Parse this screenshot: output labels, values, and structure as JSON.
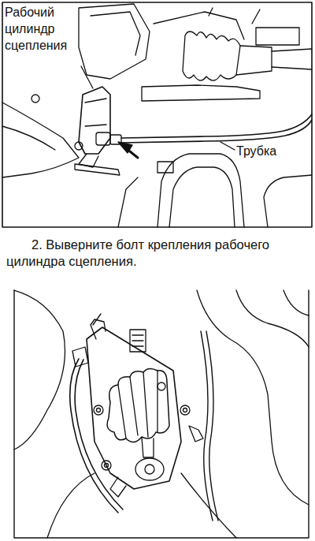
{
  "diagram": {
    "labels": [
      "Рабочий цилиндр сцепления",
      "Трубка",
      "2. Выверните болт крепления рабочего цилиндра сцепления."
    ]
  }
}
